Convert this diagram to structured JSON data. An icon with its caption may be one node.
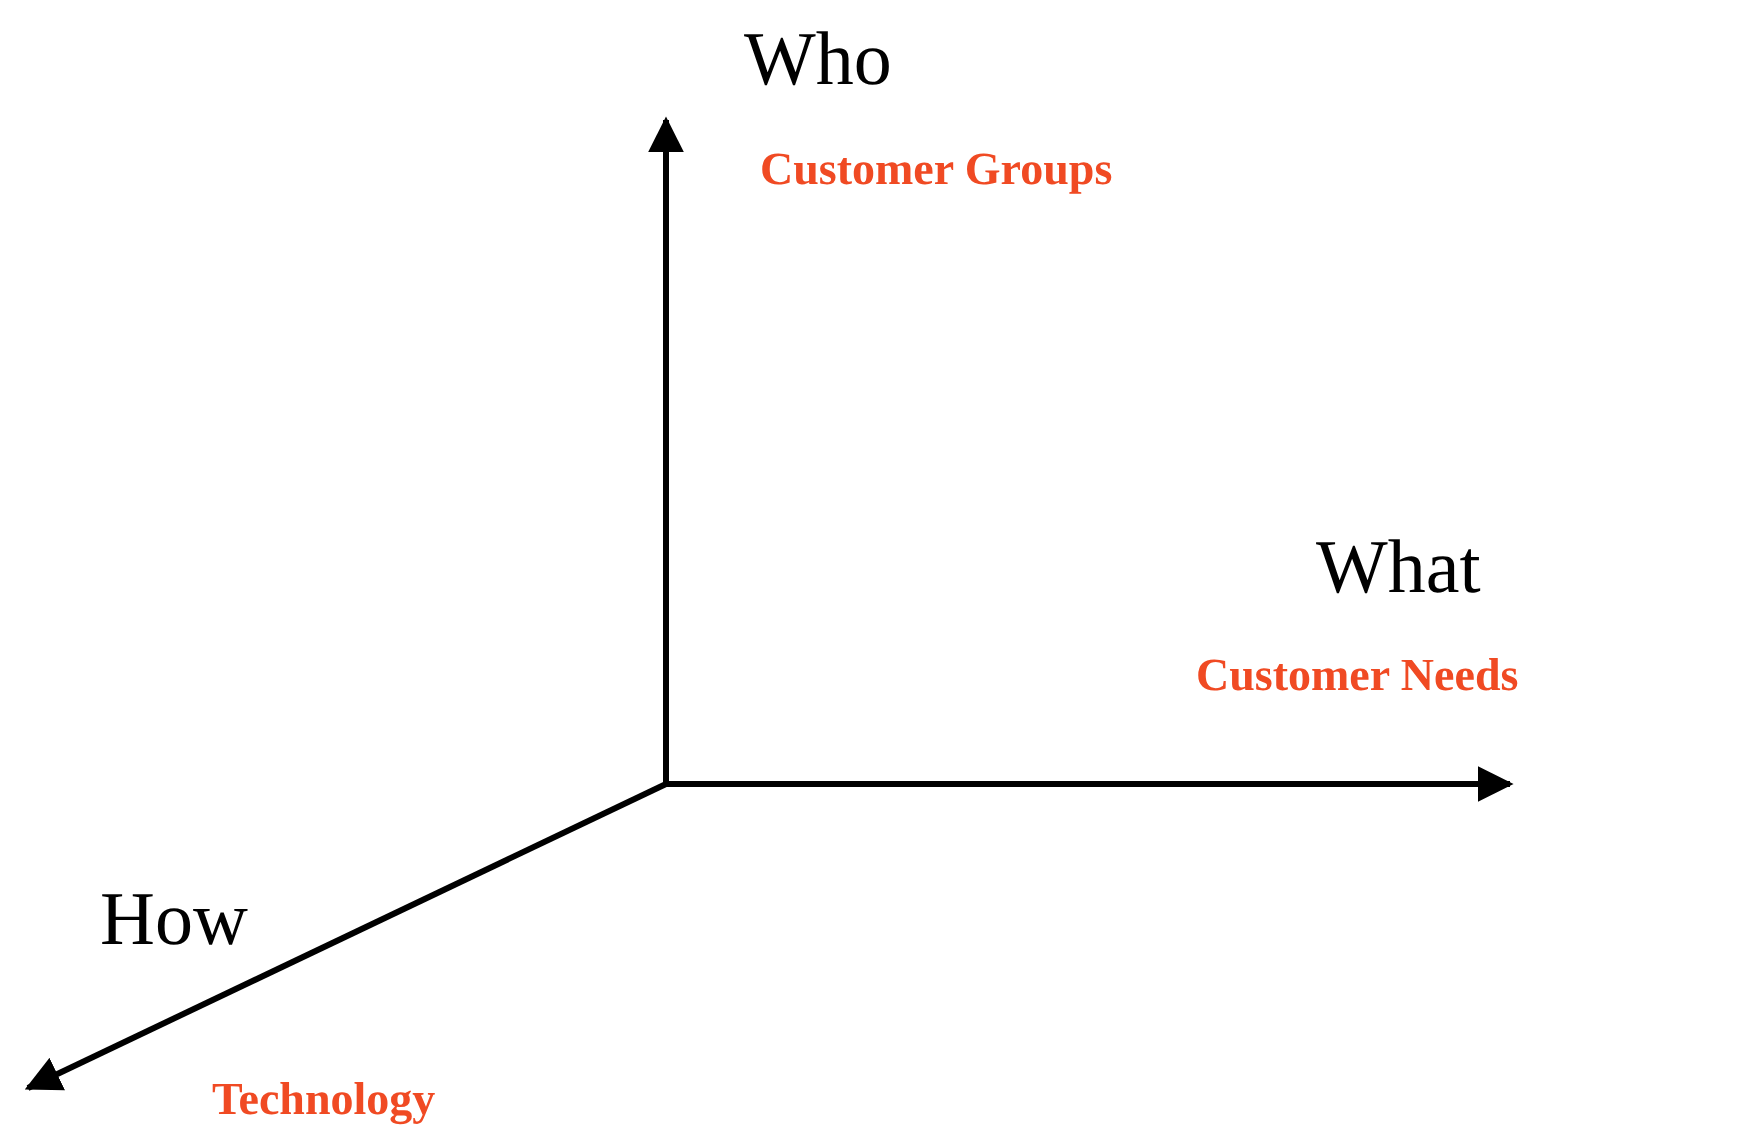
{
  "diagram": {
    "labels": [
      "Who",
      "Customer Groups",
      "What",
      "Customer Needs",
      "How",
      "Technology"
    ]
  }
}
